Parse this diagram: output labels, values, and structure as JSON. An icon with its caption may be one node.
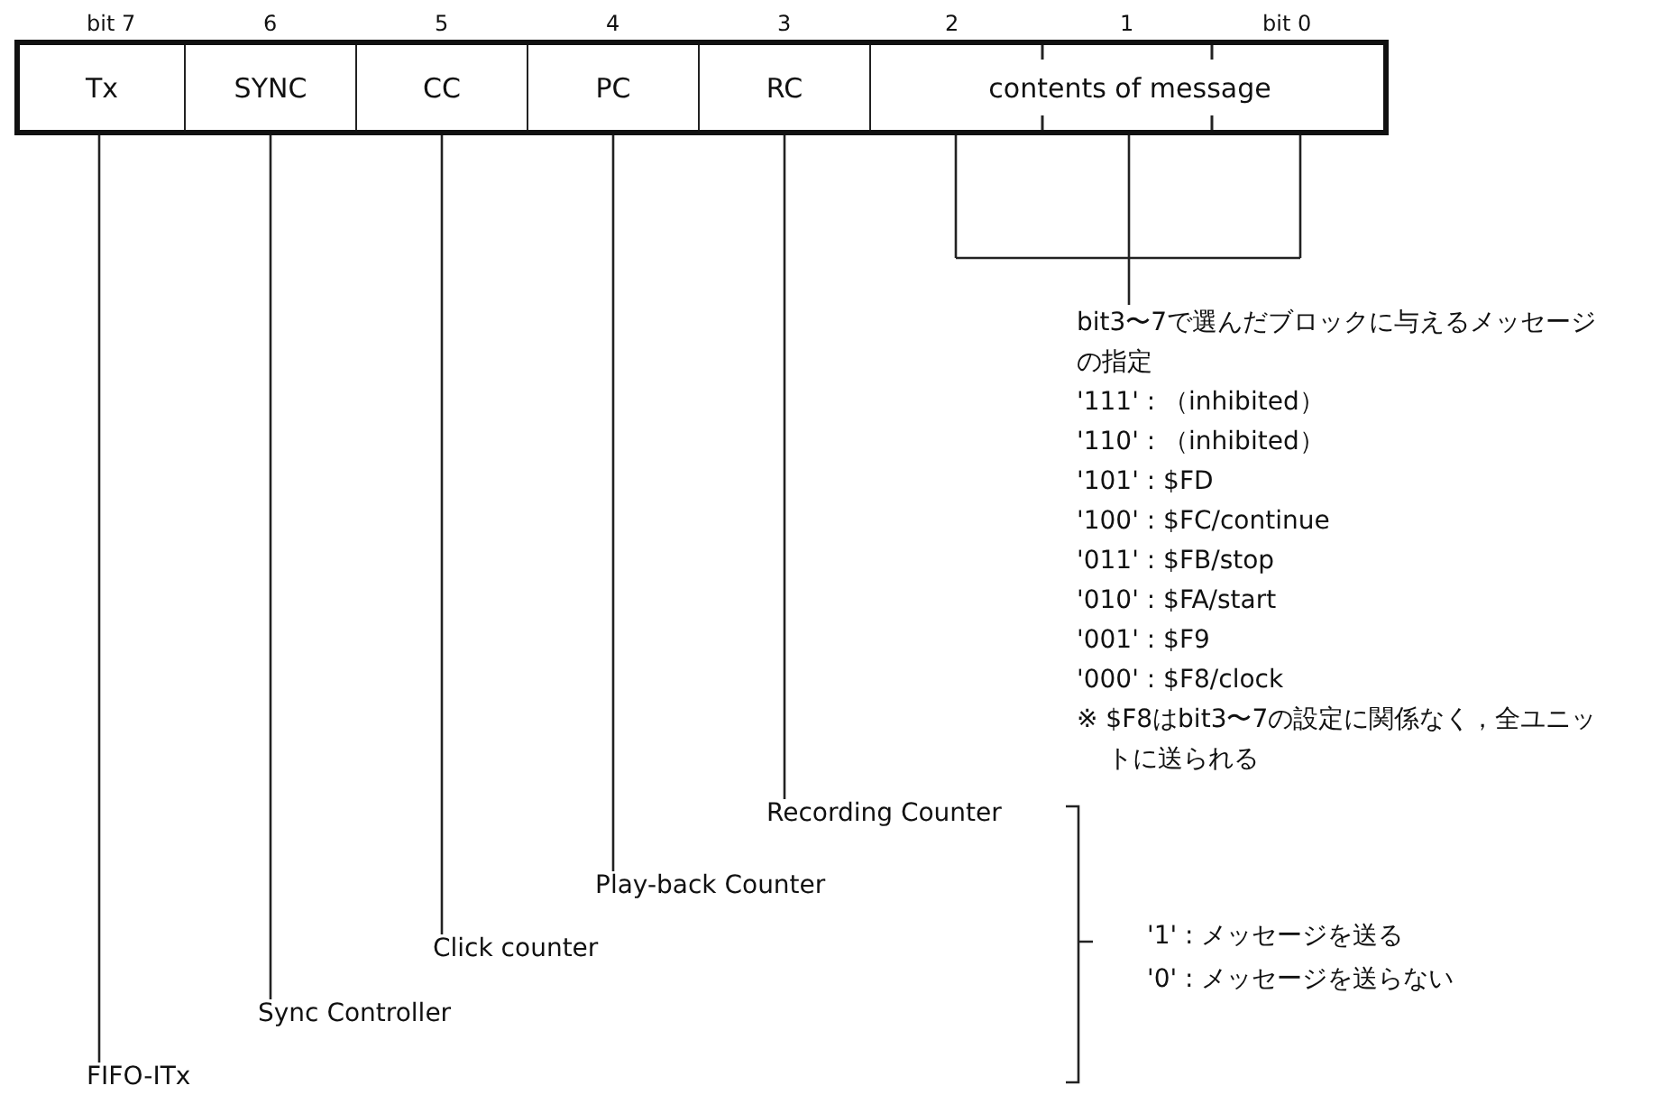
{
  "diagram": {
    "nodes": [
      {
        "text": [
          "Tx"
        ]
      },
      {
        "text": [
          "SYNC"
        ]
      },
      {
        "text": [
          "CC"
        ]
      },
      {
        "text": [
          "PC"
        ]
      },
      {
        "text": [
          "RC"
        ]
      },
      {
        "text": [
          "contents of message"
        ]
      },
      {
        "text": [
          "FIFO-ITx"
        ]
      },
      {
        "text": [
          "Sync Controller"
        ]
      },
      {
        "text": [
          "Click counter"
        ]
      },
      {
        "text": [
          "Play-back Counter"
        ]
      },
      {
        "text": [
          "Recording Counter"
        ]
      },
      {
        "text": [
          "bit3〜7で選んだブロックに与えるメッセージの指定",
          "'111' : （inhibited）",
          "'110' : （inhibited）",
          "'101' : $FD",
          "'100' : $FC/continue",
          "'011' : $FB/stop",
          "'010' : $FA/start",
          "'001' : $F9",
          "'000' : $F8/clock",
          "※ $F8はbit3〜7の設定に関係なく，全ユニットに送られる"
        ]
      }
    ],
    "edges": [
      {
        "from": 0,
        "to": 6,
        "arrow": "none"
      },
      {
        "from": 1,
        "to": 7,
        "arrow": "none"
      },
      {
        "from": 2,
        "to": 8,
        "arrow": "none"
      },
      {
        "from": 3,
        "to": 9,
        "arrow": "none"
      },
      {
        "from": 4,
        "to": 10,
        "arrow": "none"
      },
      {
        "from": 5,
        "to": 11,
        "arrow": "none"
      }
    ],
    "labels": [
      "bit 7",
      "6",
      "5",
      "4",
      "3",
      "2",
      "1",
      "bit 0",
      "'1' : メッセージを送る",
      "'0' : メッセージを送らない"
    ]
  }
}
